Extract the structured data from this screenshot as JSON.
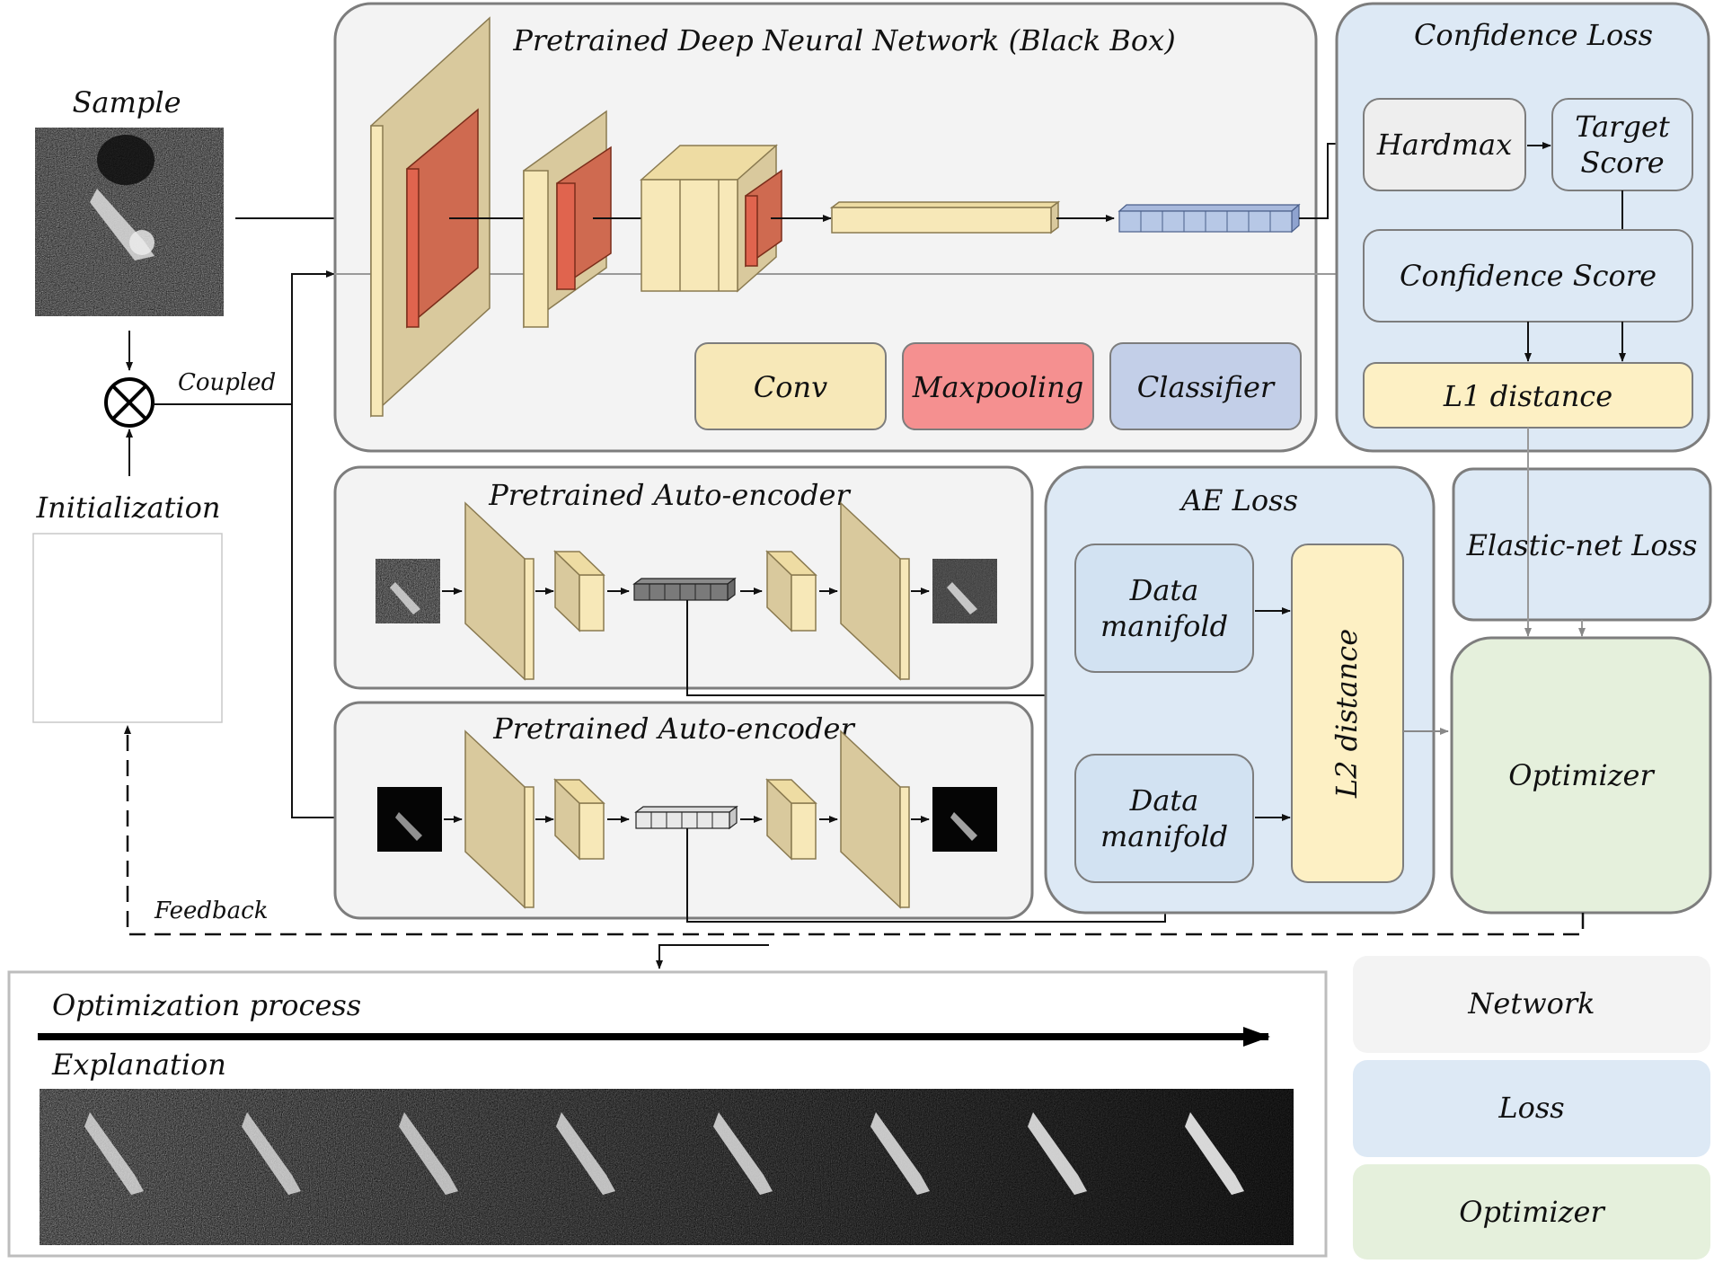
{
  "labels": {
    "sample": "Sample",
    "initialization": "Initialization",
    "coupled": "Coupled",
    "feedback": "Feedback"
  },
  "dnn": {
    "title": "Pretrained Deep Neural Network (Black Box)",
    "legend": {
      "conv": "Conv",
      "maxpooling": "Maxpooling",
      "classifier": "Classifier"
    }
  },
  "confidence_loss": {
    "title": "Confidence Loss",
    "hardmax": "Hardmax",
    "target_score": [
      "Target",
      "Score"
    ],
    "confidence_score": "Confidence Score",
    "l1": "L1 distance"
  },
  "autoencoders": [
    {
      "title": "Pretrained Auto-encoder"
    },
    {
      "title": "Pretrained Auto-encoder"
    }
  ],
  "ae_loss": {
    "title": "AE Loss",
    "manifold_1": [
      "Data",
      "manifold"
    ],
    "manifold_2": [
      "Data",
      "manifold"
    ],
    "l2": "L2 distance"
  },
  "elastic_net": "Elastic-net Loss",
  "optimizer": "Optimizer",
  "process": {
    "optimization": "Optimization process",
    "explanation": "Explanation"
  },
  "legend": {
    "network": "Network",
    "loss": "Loss",
    "optimizer": "Optimizer"
  },
  "colors": {
    "network_bg": "#f3f3f3",
    "loss_bg": "#dde9f5",
    "optimizer_bg": "#e5f0dc",
    "conv": "#f7e8b8",
    "maxpool": "#e0644e",
    "classifier": "#b7c8e6",
    "border": "#7d7d7d"
  }
}
